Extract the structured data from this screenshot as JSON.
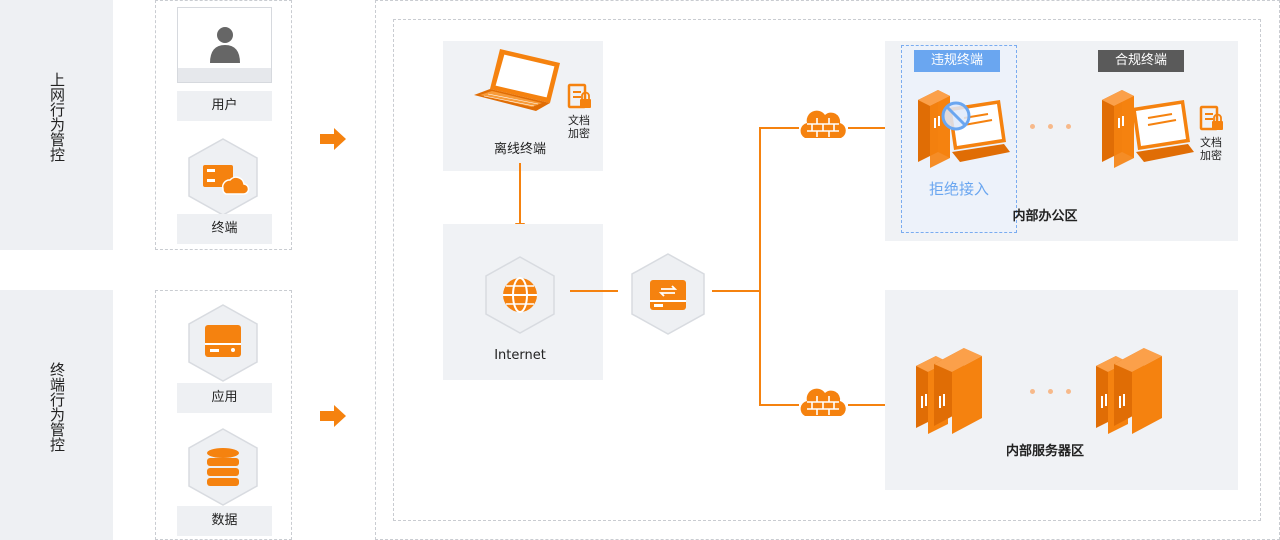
{
  "left_categories": [
    {
      "label": "上网行为管控"
    },
    {
      "label": "终端行为管控"
    }
  ],
  "left_items": {
    "user": "用户",
    "terminal": "终端",
    "app": "应用",
    "data": "数据"
  },
  "main": {
    "offline_terminal": "离线终端",
    "doc_encrypt_line1": "文档",
    "doc_encrypt_line2": "加密",
    "internet": "Internet",
    "violation_tag": "违规终端",
    "compliant_tag": "合规终端",
    "reject_access": "拒绝接入",
    "office_area": "内部办公区",
    "server_area": "内部服务器区"
  },
  "colors": {
    "accent": "#f5820f",
    "panel_bg": "#f0f2f5",
    "violation_blue": "#5b9bef",
    "compliant_gray": "#5a5a5a"
  }
}
